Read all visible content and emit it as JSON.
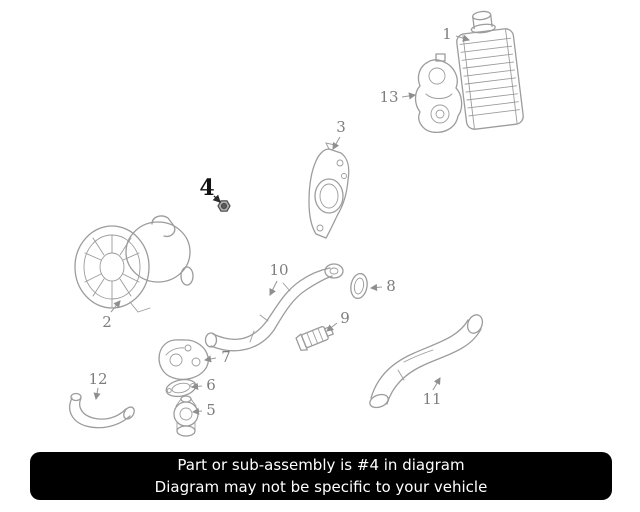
{
  "banner": {
    "line1": "Part or sub-assembly is #4 in diagram",
    "line2": "Diagram may not be specific to your vehicle"
  },
  "highlighted_part": "4",
  "parts": [
    {
      "num": "1"
    },
    {
      "num": "2"
    },
    {
      "num": "3"
    },
    {
      "num": "4"
    },
    {
      "num": "5"
    },
    {
      "num": "6"
    },
    {
      "num": "7"
    },
    {
      "num": "8"
    },
    {
      "num": "9"
    },
    {
      "num": "10"
    },
    {
      "num": "11"
    },
    {
      "num": "12"
    },
    {
      "num": "13"
    }
  ],
  "colors": {
    "line_art": "#9c9c9c",
    "label_text": "#7d7d7d",
    "highlight_text": "#111111",
    "banner_bg": "#000000",
    "banner_text": "#ffffff"
  }
}
